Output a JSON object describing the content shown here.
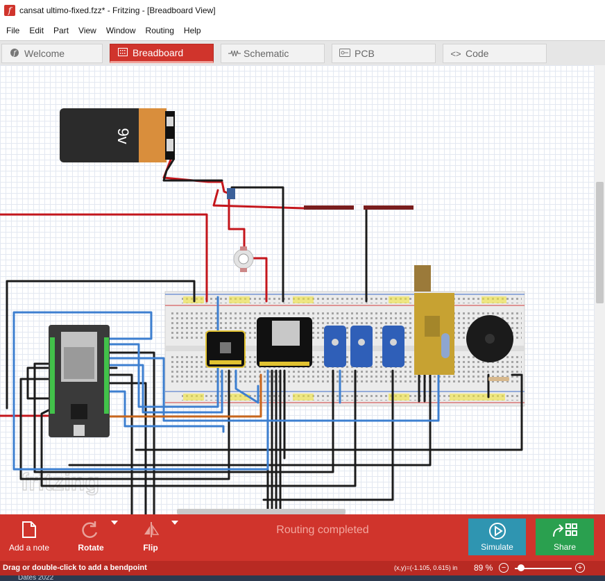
{
  "window": {
    "title": "cansat ultimo-fixed.fzz* - Fritzing - [Breadboard View]",
    "app_icon": "fritzing-logo"
  },
  "menu": [
    "File",
    "Edit",
    "Part",
    "View",
    "Window",
    "Routing",
    "Help"
  ],
  "tabs": [
    {
      "label": "Welcome",
      "icon": "fritzing-f-icon",
      "active": false
    },
    {
      "label": "Breadboard",
      "icon": "breadboard-icon",
      "active": true
    },
    {
      "label": "Schematic",
      "icon": "resistor-symbol-icon",
      "active": false
    },
    {
      "label": "PCB",
      "icon": "pcb-icon",
      "active": false
    },
    {
      "label": "Code",
      "icon": "code-brackets-icon",
      "active": false
    }
  ],
  "canvas": {
    "watermark": "fritzing",
    "battery_label": "9v",
    "wire_colors": {
      "red": "#c4161c",
      "black": "#1b1b1b",
      "blue": "#3d7fd0",
      "orange": "#c8661c"
    }
  },
  "toolbar": {
    "add_note": "Add a note",
    "rotate": "Rotate",
    "flip": "Flip",
    "status": "Routing completed",
    "simulate": "Simulate",
    "share": "Share"
  },
  "statusbar": {
    "hint": "Drag or double-click to add a bendpoint",
    "coords": "(x,y)=(-1.105, 0.615) in",
    "zoom": "89 %",
    "zoom_level": 0.05
  },
  "taskbar_fragment": "Dates 2022",
  "colors": {
    "accent": "#d0342c",
    "simulate": "#2f95b1",
    "share": "#2aa04f"
  }
}
